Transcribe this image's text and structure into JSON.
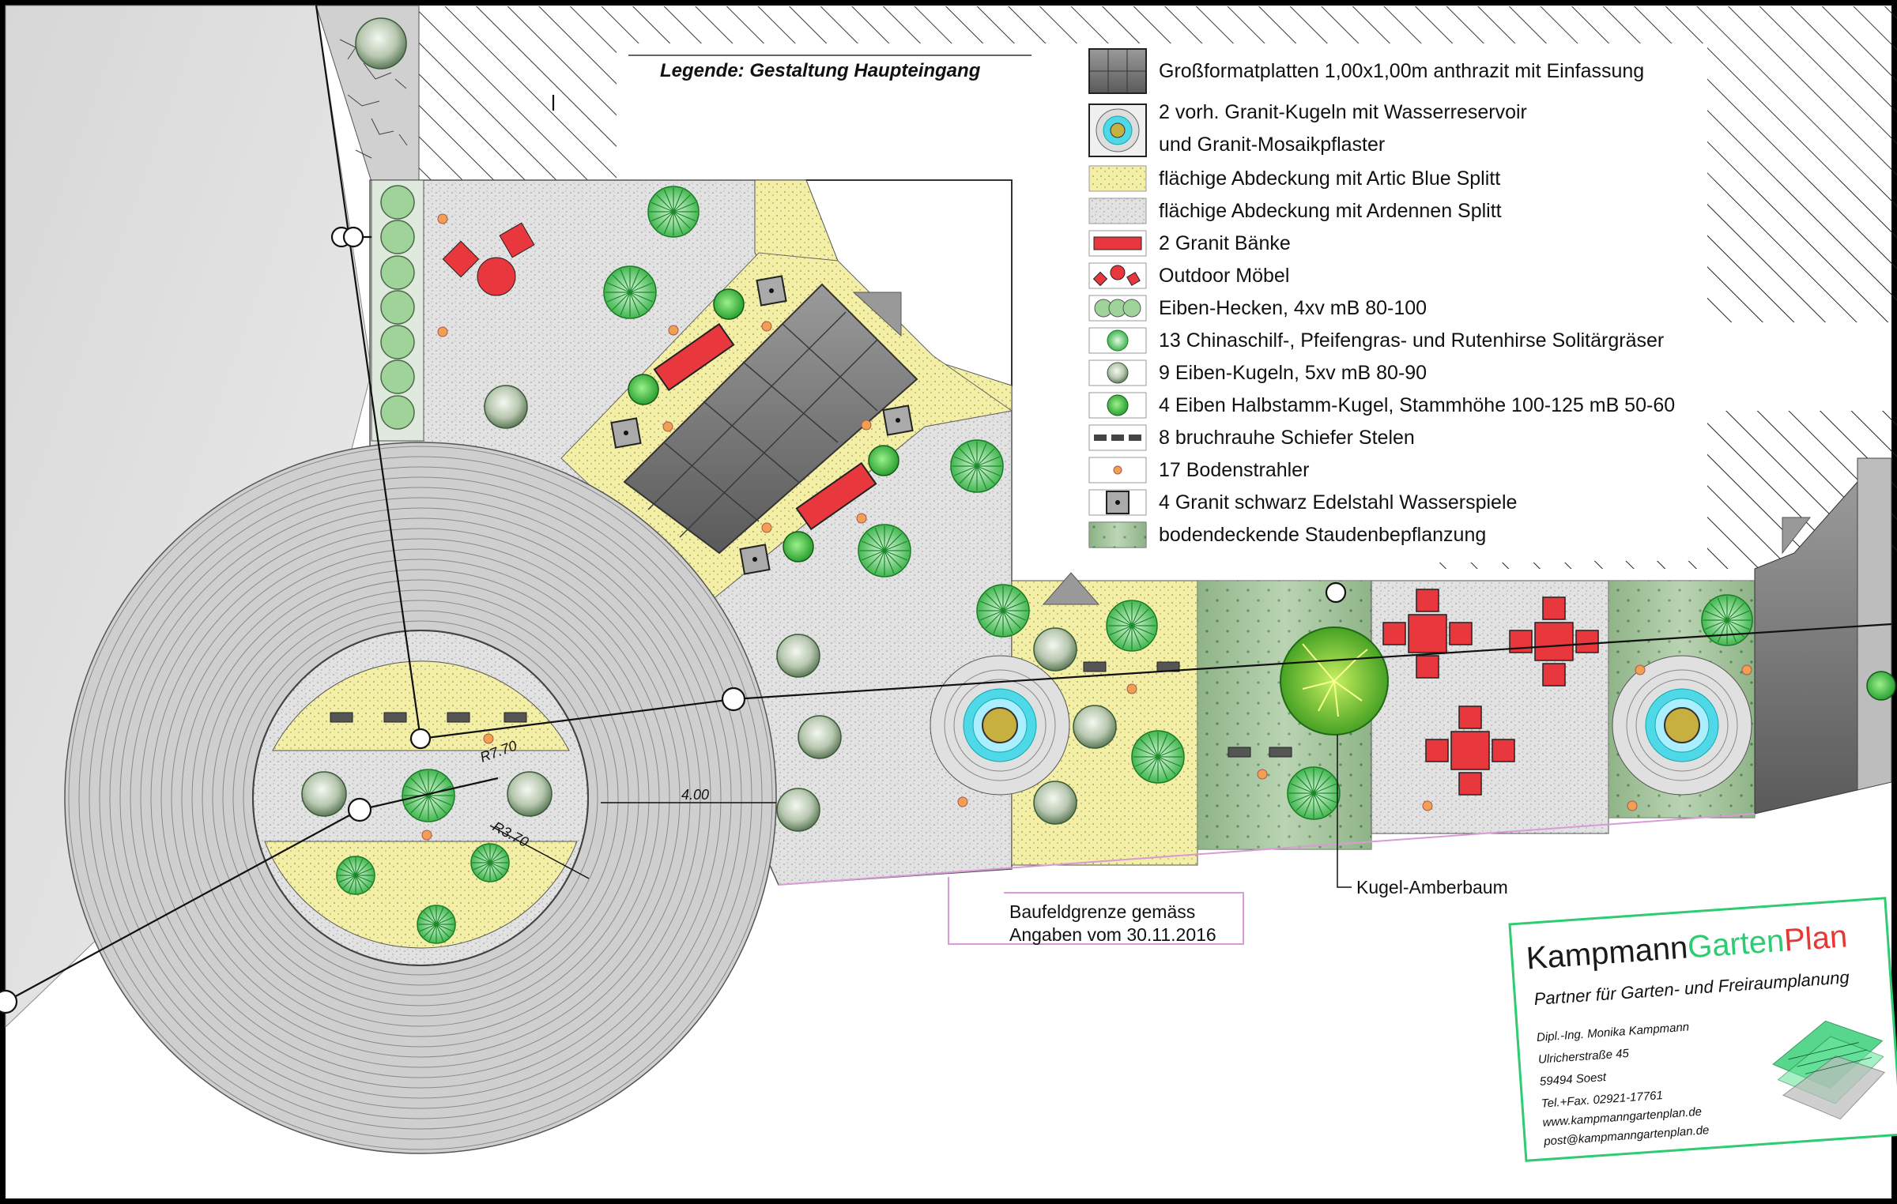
{
  "legend": {
    "title": "Legende: Gestaltung Haupteingang",
    "items": [
      {
        "key": "platten",
        "label": "Großformatplatten 1,00x1,00m anthrazit mit Einfassung"
      },
      {
        "key": "granitkugel",
        "label": "2 vorh. Granit-Kugeln mit Wasserreservoir"
      },
      {
        "key": "granitkugel2",
        "label": "und Granit-Mosaikpflaster"
      },
      {
        "key": "artic",
        "label": "flächige Abdeckung mit Artic Blue Splitt"
      },
      {
        "key": "ardennen",
        "label": "flächige Abdeckung mit Ardennen Splitt"
      },
      {
        "key": "baenke",
        "label": "2 Granit Bänke"
      },
      {
        "key": "moebel",
        "label": "Outdoor Möbel"
      },
      {
        "key": "hecke",
        "label": "Eiben-Hecken, 4xv mB 80-100"
      },
      {
        "key": "graeser",
        "label": "13 Chinaschilf-, Pfeifengras- und Rutenhirse Solitärgräser"
      },
      {
        "key": "eibenkugel",
        "label": "9 Eiben-Kugeln, 5xv mB 80-90"
      },
      {
        "key": "halbstamm",
        "label": "4 Eiben Halbstamm-Kugel, Stammhöhe 100-125 mB 50-60"
      },
      {
        "key": "stelen",
        "label": "8 bruchrauhe Schiefer Stelen"
      },
      {
        "key": "strahler",
        "label": "17 Bodenstrahler"
      },
      {
        "key": "wasserspiel",
        "label": "4 Granit schwarz Edelstahl Wasserspiele"
      },
      {
        "key": "stauden",
        "label": "bodendeckende Staudenbepflanzung"
      }
    ]
  },
  "annotations": {
    "baufeld_line1": "Baufeldgrenze gemäss",
    "baufeld_line2": "Angaben vom 30.11.2016",
    "kugel_amberbaum": "Kugel-Amberbaum",
    "dim_400": "4.00",
    "dim_r770": "R7.70",
    "dim_r370": "R3.70"
  },
  "titleblock": {
    "brand_part1": "Kampmann",
    "brand_part2": "Garten",
    "brand_part3": "Plan",
    "tagline": "Partner für Garten- und Freiraumplanung",
    "line1": "Dipl.-Ing. Monika Kampmann",
    "line2": "Ulricherstraße 45",
    "line3": "59494 Soest",
    "line4": "Tel.+Fax. 02921-17761",
    "line5": "www.kampmanngartenplan.de",
    "line6": "post@kampmanngartenplan.de"
  },
  "colors": {
    "brand_dark": "#1a1a1a",
    "brand_green": "#2ecc71",
    "brand_red": "#e53935",
    "artic_blue": "#f4efa6",
    "ardennen": "#e0e0e0",
    "furniture_red": "#e8383d",
    "hedge_green": "#9fd39a",
    "light_orange": "#f0a050",
    "water_cyan": "#4fd8e8",
    "staude_green": "#a9c8a0"
  }
}
